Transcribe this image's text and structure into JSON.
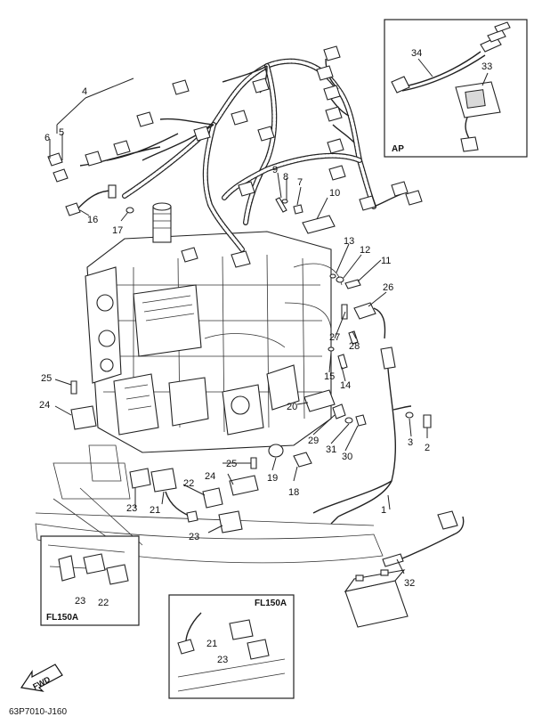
{
  "diagram": {
    "code": "63P7010-J160",
    "fwd_label": "FWD",
    "callouts": [
      "1",
      "2",
      "3",
      "4",
      "5",
      "6",
      "7",
      "8",
      "9",
      "10",
      "11",
      "12",
      "13",
      "14",
      "15",
      "16",
      "17",
      "18",
      "19",
      "20",
      "21",
      "22",
      "23",
      "24",
      "25",
      "26",
      "27",
      "28",
      "29",
      "30",
      "31",
      "32",
      "33",
      "34"
    ],
    "inset_boxes": [
      {
        "title": "AP",
        "callouts": [
          "34",
          "33"
        ]
      },
      {
        "title": "FL150A",
        "callouts": [
          "23",
          "22"
        ]
      },
      {
        "title": "FL150A",
        "callouts": [
          "21",
          "23"
        ]
      }
    ],
    "extra_callouts": [
      "23",
      "22",
      "23",
      "21",
      "25",
      "24",
      "25",
      "24",
      "23",
      "23"
    ]
  }
}
